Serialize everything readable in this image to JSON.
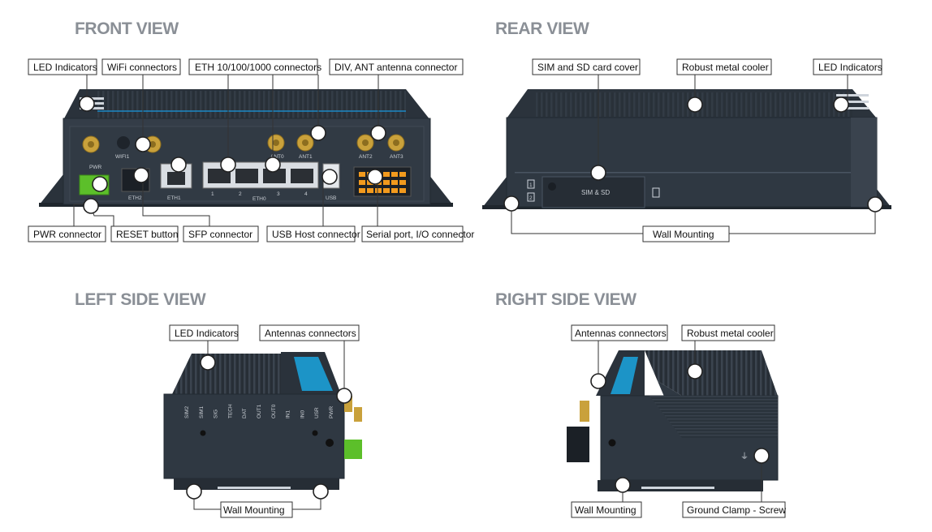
{
  "views": {
    "front": {
      "title": "FRONT VIEW",
      "labels": {
        "led_indicators": "LED Indicators",
        "wifi_connectors": "WiFi connectors",
        "eth_connectors": "ETH 10/100/1000 connectors",
        "div_ant_connector": "DIV, ANT antenna connector",
        "pwr_connector": "PWR connector",
        "reset_button": "RESET button",
        "sfp_connector": "SFP connector",
        "usb_host_connector": "USB Host connector",
        "serial_io_connector": "Serial port, I/O connector"
      },
      "device_text": {
        "wifi1": "WIFI1",
        "pwr": "PWR",
        "eth2": "ETH2",
        "eth1": "ETH1",
        "eth0": "ETH0",
        "port1": "1",
        "port2": "2",
        "port3": "3",
        "port4": "4",
        "ant0": "ANT0",
        "ant1": "ANT1",
        "ant2": "ANT2",
        "ant3": "ANT3",
        "usb": "USB"
      }
    },
    "rear": {
      "title": "REAR VIEW",
      "labels": {
        "sim_sd_cover": "SIM and SD card cover",
        "metal_cooler": "Robust metal cooler",
        "led_indicators": "LED Indicators",
        "wall_mounting": "Wall Mounting"
      },
      "device_text": {
        "sim_sd": "SIM & SD",
        "slot1": "1",
        "slot2": "2"
      }
    },
    "left": {
      "title": "LEFT SIDE VIEW",
      "labels": {
        "led_indicators": "LED Indicators",
        "antennas_connectors": "Antennas connectors",
        "wall_mounting": "Wall Mounting"
      },
      "device_text": {
        "leds": [
          "SIM2",
          "SIM1",
          "SIG",
          "TECH",
          "DAT",
          "OUT1",
          "OUT0",
          "IN1",
          "IN0",
          "USR",
          "PWR"
        ]
      }
    },
    "right": {
      "title": "RIGHT SIDE VIEW",
      "labels": {
        "antennas_connectors": "Antennas connectors",
        "metal_cooler": "Robust metal cooler",
        "wall_mounting": "Wall Mounting",
        "ground_clamp": "Ground Clamp - Screw"
      }
    }
  },
  "colors": {
    "title": "#8a8f96",
    "device_body": "#2e3640",
    "device_face": "#343d48",
    "antenna_gold": "#c9a13b",
    "connector_green": "#5cbf2a",
    "connector_orange": "#f29a1d",
    "accent_blue": "#1aa6e0"
  }
}
